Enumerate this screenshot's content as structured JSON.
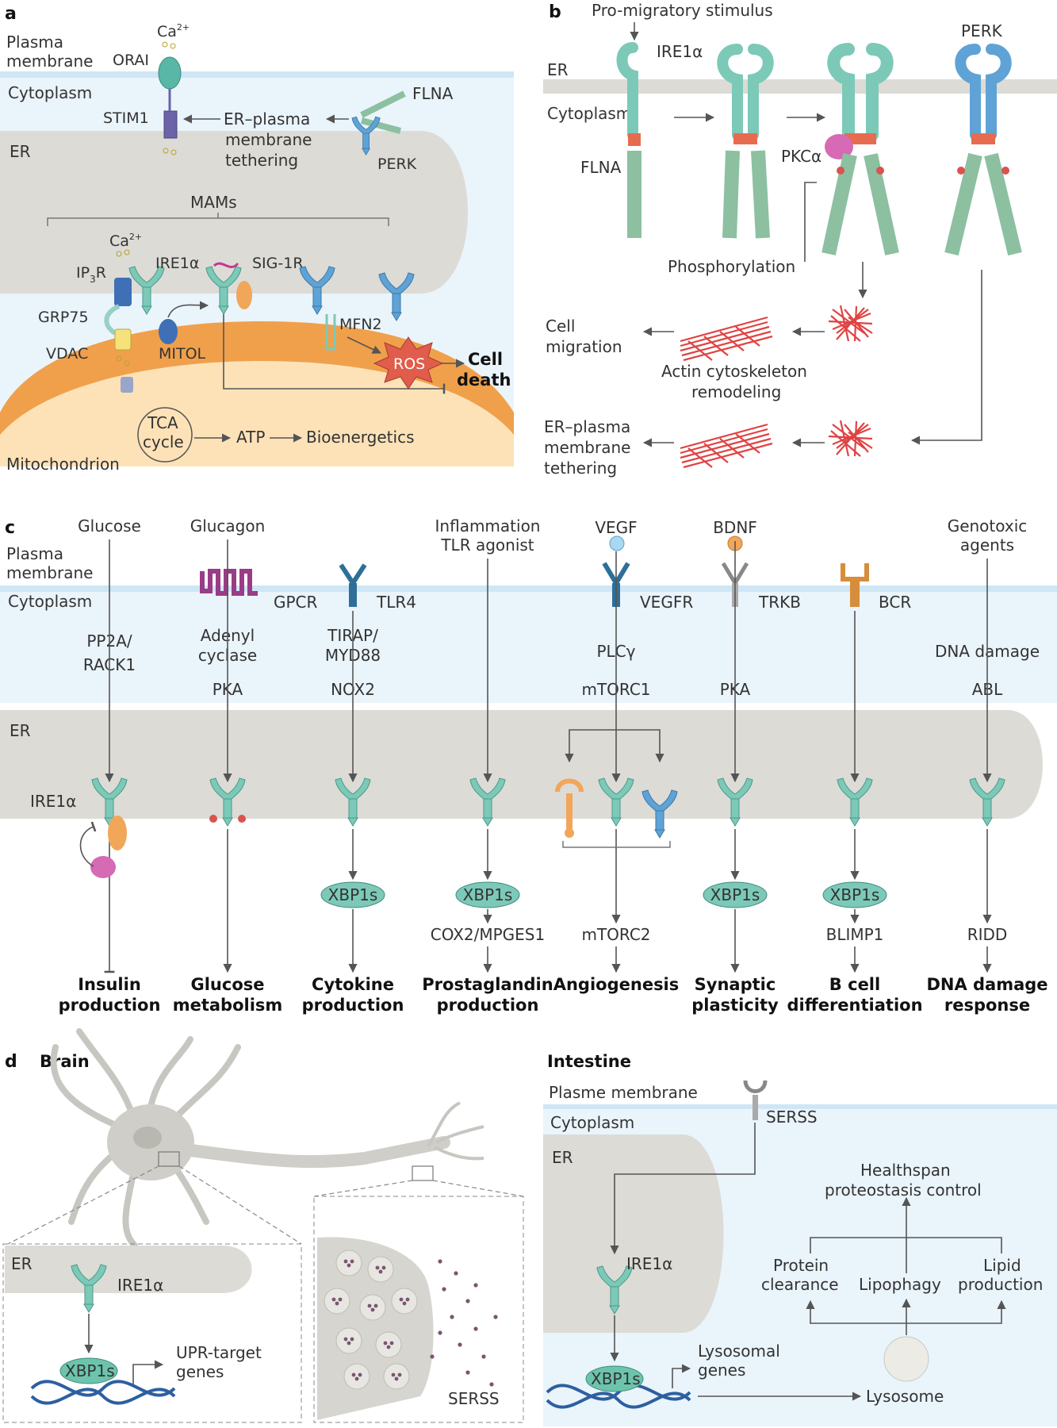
{
  "panel_a": {
    "letter": "a",
    "labels": {
      "plasma_membrane": [
        "Plasma",
        "membrane"
      ],
      "cytoplasm": "Cytoplasm",
      "er": "ER",
      "orai": "ORAI",
      "ca_top": "Ca",
      "ca_top_sup": "2+",
      "stim1": "STIM1",
      "tethering": [
        "ER–plasma",
        "membrane",
        "tethering"
      ],
      "flna": "FLNA",
      "perk": "PERK",
      "mams": "MAMs",
      "ca_mid": "Ca",
      "ca_mid_sup": "2+",
      "ip3r": "IP",
      "ip3r_sub": "3",
      "ip3r_end": "R",
      "ire1a": "IRE1α",
      "sig1r": "SIG-1R",
      "grp75": "GRP75",
      "vdac": "VDAC",
      "mitol": "MITOL",
      "mfn2": "MFN2",
      "ros": "ROS",
      "cell_death": [
        "Cell",
        "death"
      ],
      "tca": [
        "TCA",
        "cycle"
      ],
      "atp": "ATP",
      "bioenergetics": "Bioenergetics",
      "mitochondrion": "Mitochondrion"
    }
  },
  "panel_b": {
    "letter": "b",
    "labels": {
      "stimulus": "Pro-migratory stimulus",
      "ire1a": "IRE1α",
      "perk": "PERK",
      "er": "ER",
      "cytoplasm": "Cytoplasm",
      "flna": "FLNA",
      "pkca": "PKCα",
      "phosphorylation": "Phosphorylation",
      "cell_migration": [
        "Cell",
        "migration"
      ],
      "actin": [
        "Actin cytoskeleton",
        "remodeling"
      ],
      "tethering": [
        "ER–plasma",
        "membrane",
        "tethering"
      ]
    }
  },
  "panel_c": {
    "letter": "c",
    "labels": {
      "plasma_membrane": [
        "Plasma",
        "membrane"
      ],
      "cytoplasm": "Cytoplasm",
      "er": "ER",
      "ire1a": "IRE1α",
      "xbp1s": "XBP1s"
    },
    "columns": [
      {
        "stimulus": [
          "Glucose"
        ],
        "receptor": "",
        "path": [
          "PP2A/",
          "RACK1"
        ],
        "after": "",
        "outcome": [
          "Insulin",
          "production"
        ]
      },
      {
        "stimulus": [
          "Glucagon"
        ],
        "receptor": "GPCR",
        "path": [
          "Adenyl",
          "cyclase",
          "PKA"
        ],
        "after": "",
        "outcome": [
          "Glucose",
          "metabolism"
        ]
      },
      {
        "stimulus": [],
        "receptor": "TLR4",
        "path": [
          "TIRAP/",
          "MYD88",
          "NOX2"
        ],
        "after": "",
        "outcome": [
          "Cytokine",
          "production"
        ]
      },
      {
        "stimulus": [
          "Inflammation",
          "TLR agonist"
        ],
        "receptor": "",
        "path": [],
        "after": "COX2/MPGES1",
        "outcome": [
          "Prostaglandin",
          "production"
        ]
      },
      {
        "stimulus": [
          "VEGF"
        ],
        "receptor": "VEGFR",
        "path": [
          "PLCγ",
          "mTORC1"
        ],
        "after": "mTORC2",
        "outcome": [
          "Angiogenesis"
        ]
      },
      {
        "stimulus": [
          "BDNF"
        ],
        "receptor": "TRKB",
        "path": [
          "PKA"
        ],
        "after": "",
        "outcome": [
          "Synaptic",
          "plasticity"
        ]
      },
      {
        "stimulus": [],
        "receptor": "BCR",
        "path": [],
        "after": "BLIMP1",
        "outcome": [
          "B cell",
          "differentiation"
        ]
      },
      {
        "stimulus": [
          "Genotoxic",
          "agents"
        ],
        "receptor": "",
        "path": [
          "DNA damage",
          "ABL"
        ],
        "after": "RIDD",
        "outcome": [
          "DNA damage",
          "response"
        ]
      }
    ]
  },
  "panel_d": {
    "letter": "d",
    "labels": {
      "brain": "Brain",
      "er": "ER",
      "ire1a": "IRE1α",
      "xbp1s": "XBP1s",
      "upr": [
        "UPR-target",
        "genes"
      ],
      "serss": "SERSS",
      "intestine": "Intestine",
      "plasme_membrane": "Plasme membrane",
      "cytoplasm": "Cytoplasm",
      "serss_receptor": "SERSS",
      "er2": "ER",
      "ire1a2": "IRE1α",
      "xbp1s2": "XBP1s",
      "lysosomal": [
        "Lysosomal",
        "genes"
      ],
      "lysosome": "Lysosome",
      "healthspan": [
        "Healthspan",
        "proteostasis control"
      ],
      "protein": [
        "Protein",
        "clearance"
      ],
      "lipophagy": "Lipophagy",
      "lipid": [
        "Lipid",
        "production"
      ]
    }
  },
  "colors": {
    "membrane": "#cfe6f6",
    "cytoplasm": "#eaf4fb",
    "er": "#dcdbd6",
    "ire1a": "#7cc9b8",
    "perk": "#5fa3d6",
    "mito_outer": "#f0a04b",
    "mito_inner": "#fde2b8",
    "actin": "#e04343",
    "pkca": "#d66ab4",
    "orange_protein": "#f2a65a"
  }
}
